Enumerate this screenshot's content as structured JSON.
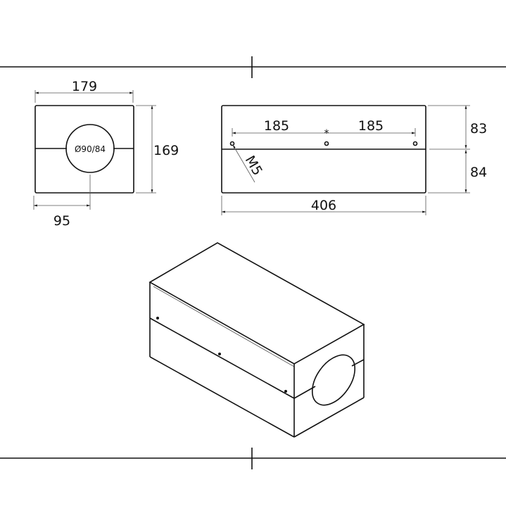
{
  "front_view": {
    "width": "179",
    "height": "169",
    "hole_label": "Ø90/84",
    "offset": "95"
  },
  "side_view": {
    "spacing_left": "185",
    "spacing_right": "185",
    "upper_height": "83",
    "lower_height": "84",
    "length": "406",
    "thread": "M5"
  },
  "colors": {
    "line": "#111111",
    "dimension": "#555555",
    "background": "#ffffff"
  }
}
